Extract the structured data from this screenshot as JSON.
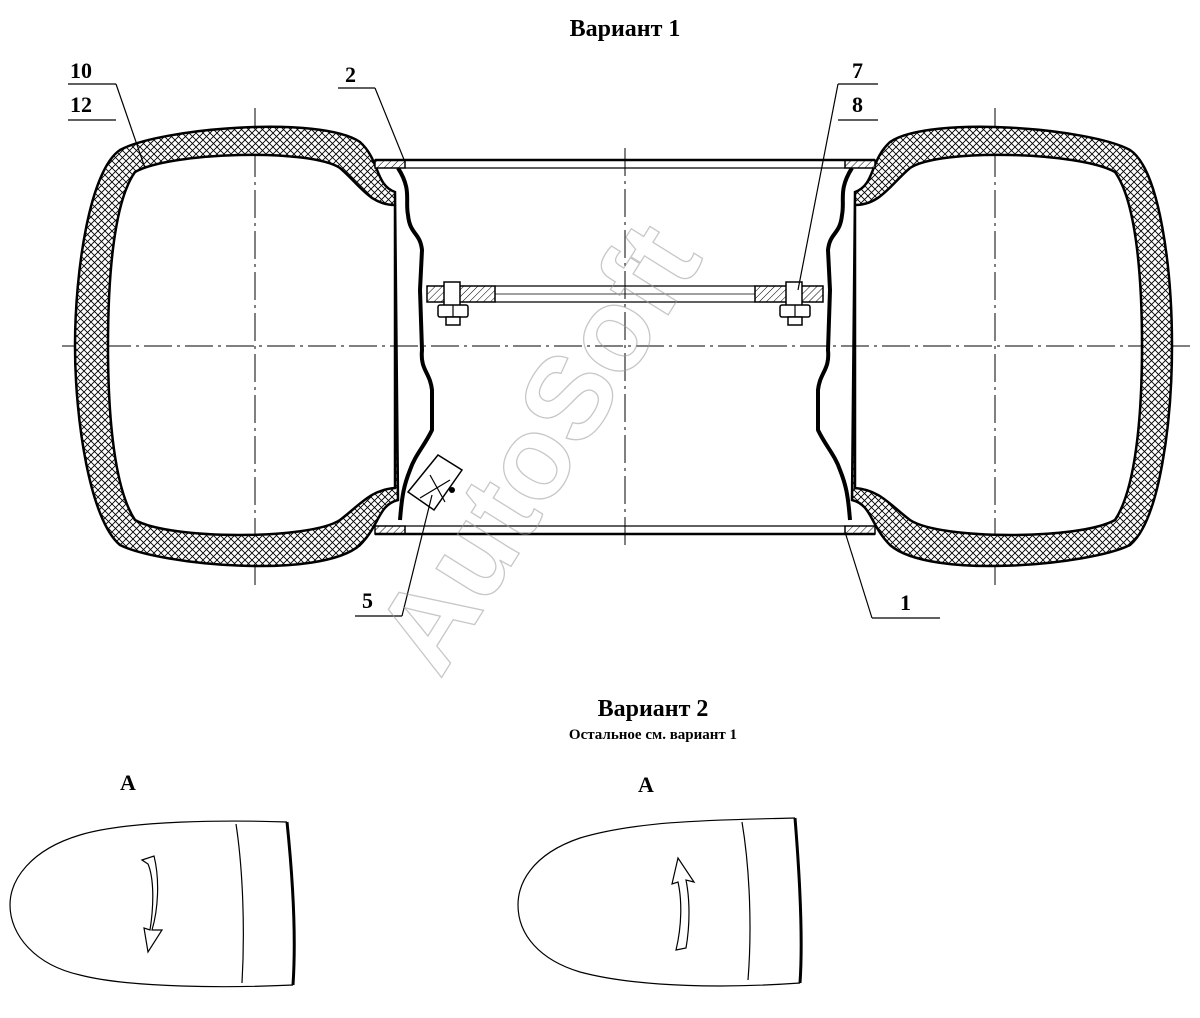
{
  "variant1": {
    "title": "Вариант 1",
    "callouts": [
      "10",
      "12",
      "2",
      "7",
      "8",
      "5",
      "1"
    ]
  },
  "variant2": {
    "title": "Вариант 2",
    "subtitle": "Остальное см. вариант 1"
  },
  "views": {
    "left_label": "A",
    "right_label": "A"
  },
  "watermark": "AutoSoft"
}
